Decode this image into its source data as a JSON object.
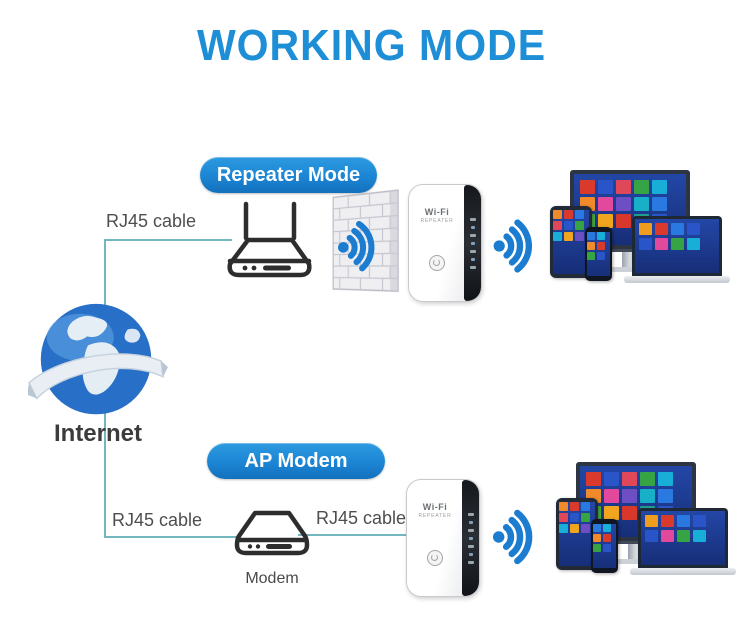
{
  "title": "WORKING MODE",
  "modes": {
    "repeater": {
      "label": "Repeater Mode"
    },
    "ap": {
      "label": "AP Modem"
    }
  },
  "labels": {
    "internet": "Internet",
    "modem": "Modem",
    "rj45_top": "RJ45 cable",
    "rj45_bottom_left": "RJ45 cable",
    "rj45_bottom_right": "RJ45 cable"
  },
  "repeater_device": {
    "brand": "Wi-Fi",
    "sub": "REPEATER",
    "led_count": 7
  },
  "colors": {
    "title_blue": "#1e8fd6",
    "pill_blue": "#1c85d4",
    "wifi_blue": "#1b7cd0",
    "cable_teal": "#74b6be",
    "label_gray": "#4e4e4e"
  },
  "device_screens": {
    "monitor": [
      [
        "#d93a2b",
        "#2a55c8",
        "#e0485a",
        "#36a345",
        "#19aed8"
      ],
      [
        "#f08a2a",
        "#e2499c",
        "#6e4fc3",
        "#17b0c8",
        "#2a79e0"
      ],
      [
        "#49ad3f",
        "#f0a51e",
        "#d8372c",
        "#1d9e8f",
        "#2a55c8"
      ]
    ],
    "laptop": [
      [
        "#f09c1e",
        "#d93a2b",
        "#2a79e0",
        "#2a55c8"
      ],
      [
        "#2a55c8",
        "#e2499c",
        "#36a345",
        "#19aed8"
      ]
    ],
    "tablet": [
      [
        "#f08a2a",
        "#d93a2b",
        "#2a79e0"
      ],
      [
        "#e0485a",
        "#2a55c8",
        "#36a345"
      ],
      [
        "#19aed8",
        "#f0a51e",
        "#6e4fc3"
      ]
    ],
    "phone": [
      [
        "#2a79e0",
        "#19aed8"
      ],
      [
        "#f08a2a",
        "#d93a2b"
      ],
      [
        "#36a345",
        "#2a55c8"
      ]
    ]
  }
}
